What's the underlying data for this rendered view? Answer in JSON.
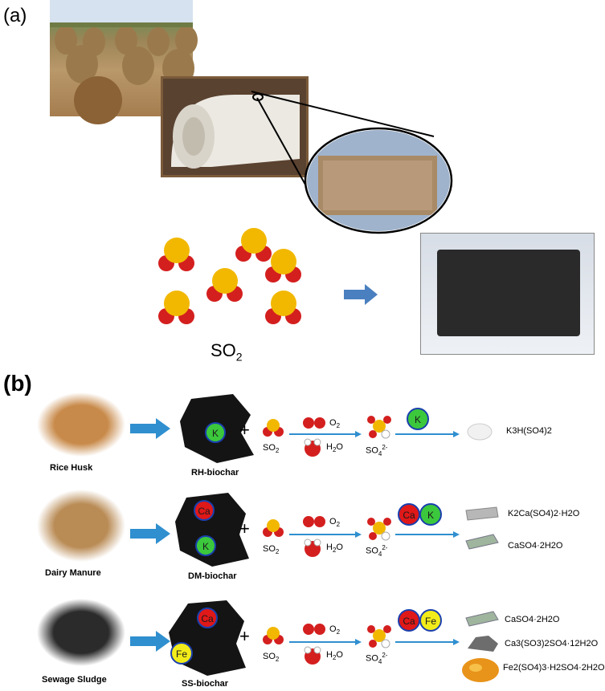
{
  "panel_a": {
    "label": "(a)",
    "so2_label_main": "SO",
    "so2_label_sub": "2"
  },
  "panel_b": {
    "label": "(b)",
    "rows": [
      {
        "source": "Rice Husk",
        "biochar": "RH-biochar",
        "ions": [
          "K"
        ],
        "so2": "SO",
        "so2_sub": "2",
        "o2": "O",
        "o2_sub": "2",
        "h2o_pre": "H",
        "h2o_sub": "2",
        "h2o_post": "O",
        "sulfate": "SO",
        "sulfate_sub": "4",
        "sulfate_sup": "2-",
        "products": [
          "K3H(SO4)2"
        ]
      },
      {
        "source": "Dairy Manure",
        "biochar": "DM-biochar",
        "ions": [
          "Ca",
          "K"
        ],
        "so2": "SO",
        "so2_sub": "2",
        "o2": "O",
        "o2_sub": "2",
        "h2o_pre": "H",
        "h2o_sub": "2",
        "h2o_post": "O",
        "sulfate": "SO",
        "sulfate_sub": "4",
        "sulfate_sup": "2-",
        "products": [
          "K2Ca(SO4)2·H2O",
          "CaSO4·2H2O"
        ]
      },
      {
        "source": "Sewage Sludge",
        "biochar": "SS-biochar",
        "ions": [
          "Ca",
          "Fe"
        ],
        "so2": "SO",
        "so2_sub": "2",
        "o2": "O",
        "o2_sub": "2",
        "h2o_pre": "H",
        "h2o_sub": "2",
        "h2o_post": "O",
        "sulfate": "SO",
        "sulfate_sub": "4",
        "sulfate_sup": "2-",
        "products": [
          "CaSO4·2H2O",
          "Ca3(SO3)2SO4·12H2O",
          "Fe2(SO4)3·H2SO4·2H2O"
        ]
      }
    ]
  },
  "colors": {
    "sulfur": "#f2b800",
    "oxygen": "#d41f1f",
    "arrow_blue": "#3b8fd0",
    "ion_k": "#3cc83c",
    "ion_ca": "#e01818",
    "ion_fe": "#f2ec1a",
    "biochar": "#141414"
  }
}
